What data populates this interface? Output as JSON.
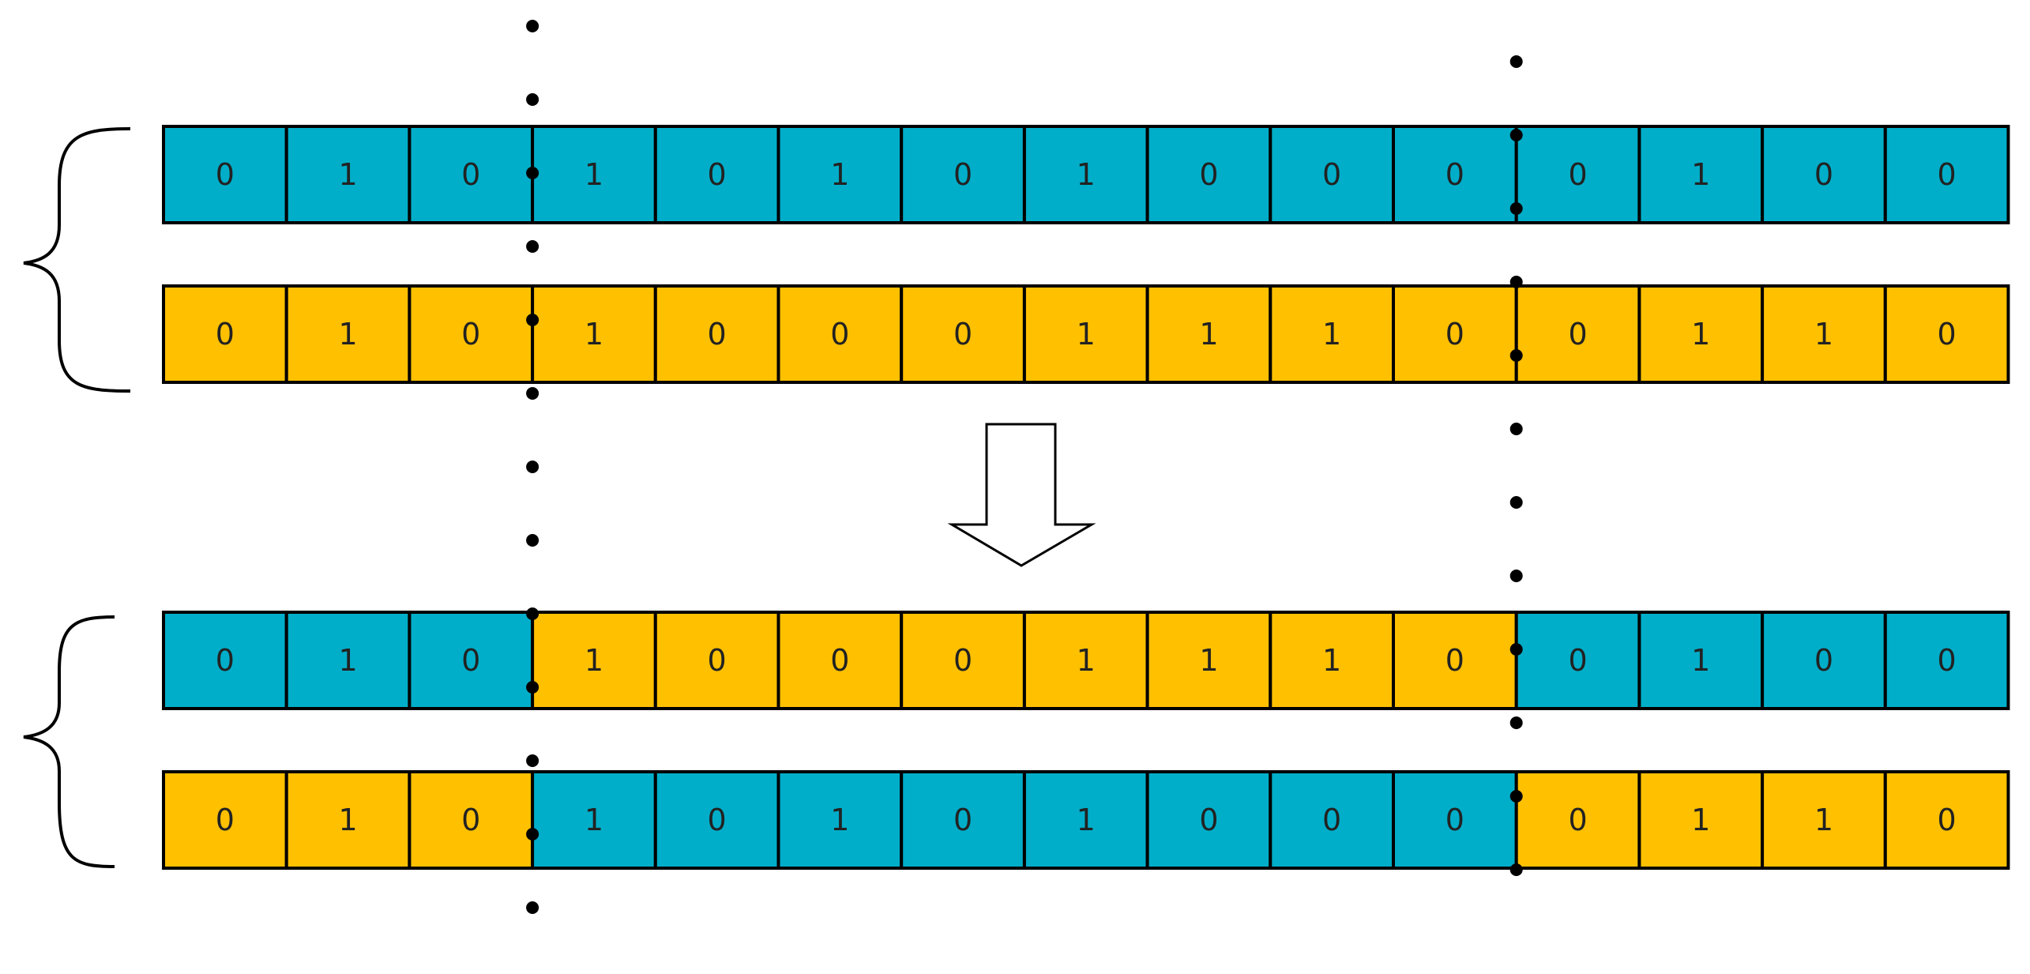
{
  "colors": {
    "parent_a": "#00AEC9",
    "parent_b": "#FFC000",
    "outline": "#000000",
    "text": "#222222"
  },
  "cut_points_after_bit": [
    3,
    11
  ],
  "rows": [
    {
      "group": "parents",
      "bits": [
        "0",
        "1",
        "0",
        "1",
        "0",
        "1",
        "0",
        "1",
        "0",
        "0",
        "0",
        "0",
        "1",
        "0",
        "0"
      ],
      "colors": [
        "a",
        "a",
        "a",
        "a",
        "a",
        "a",
        "a",
        "a",
        "a",
        "a",
        "a",
        "a",
        "a",
        "a",
        "a"
      ]
    },
    {
      "group": "parents",
      "bits": [
        "0",
        "1",
        "0",
        "1",
        "0",
        "0",
        "0",
        "1",
        "1",
        "1",
        "0",
        "0",
        "1",
        "1",
        "0"
      ],
      "colors": [
        "b",
        "b",
        "b",
        "b",
        "b",
        "b",
        "b",
        "b",
        "b",
        "b",
        "b",
        "b",
        "b",
        "b",
        "b"
      ]
    },
    {
      "group": "offspring",
      "bits": [
        "0",
        "1",
        "0",
        "1",
        "0",
        "0",
        "0",
        "1",
        "1",
        "1",
        "0",
        "0",
        "1",
        "0",
        "0"
      ],
      "colors": [
        "a",
        "a",
        "a",
        "b",
        "b",
        "b",
        "b",
        "b",
        "b",
        "b",
        "b",
        "a",
        "a",
        "a",
        "a"
      ]
    },
    {
      "group": "offspring",
      "bits": [
        "0",
        "1",
        "0",
        "1",
        "0",
        "1",
        "0",
        "1",
        "0",
        "0",
        "0",
        "0",
        "1",
        "1",
        "0"
      ],
      "colors": [
        "b",
        "b",
        "b",
        "a",
        "a",
        "a",
        "a",
        "a",
        "a",
        "a",
        "a",
        "b",
        "b",
        "b",
        "b"
      ]
    }
  ]
}
